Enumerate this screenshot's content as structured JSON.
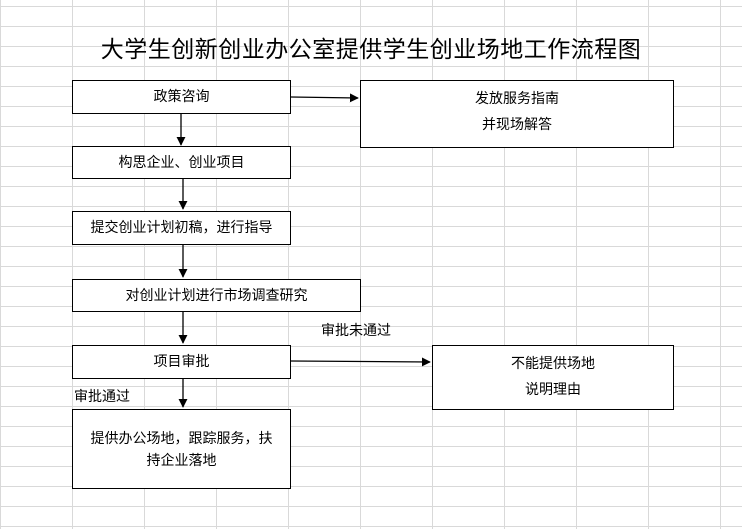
{
  "title": "大学生创新创业办公室提供学生创业场地工作流程图",
  "nodes": {
    "policy": "政策咨询",
    "guide_line1": "发放服务指南",
    "guide_line2": "并现场解答",
    "idea": "构思企业、创业项目",
    "plan": "提交创业计划初稿，进行指导",
    "research": "对创业计划进行市场调查研究",
    "review": "项目审批",
    "reject_line1": "不能提供场地",
    "reject_line2": "说明理由",
    "provide_line1": "提供办公场地，跟踪服务，扶",
    "provide_line2": "持企业落地"
  },
  "edge_labels": {
    "rejected": "审批未通过",
    "approved": "审批通过"
  },
  "colors": {
    "grid": "#d9d9d9",
    "stroke": "#000000",
    "background": "#ffffff"
  }
}
